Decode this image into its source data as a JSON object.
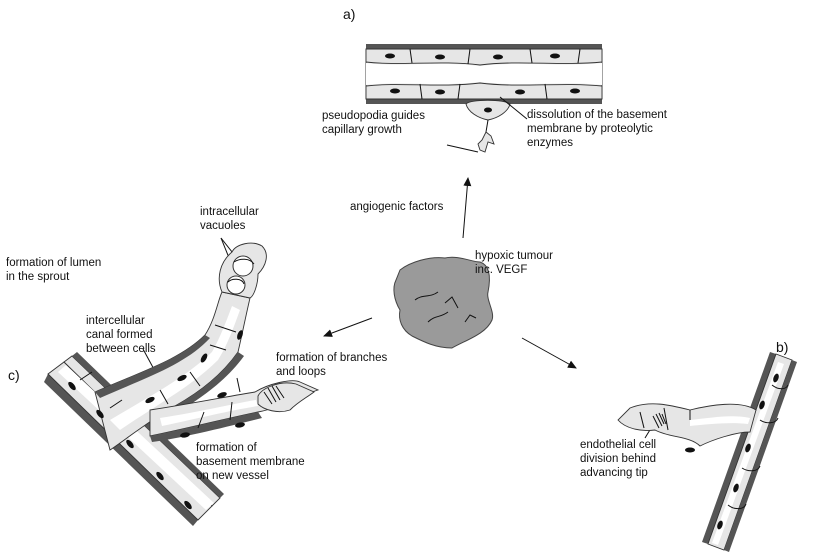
{
  "panels": {
    "a": "a)",
    "b": "b)",
    "c": "c)"
  },
  "labels": {
    "pseudopodia": [
      "pseudopodia guides",
      "capillary growth"
    ],
    "dissolution": [
      "dissolution of the basement",
      "membrane by proteolytic",
      "enzymes"
    ],
    "angiogenic": [
      "angiogenic factors"
    ],
    "tumour": [
      "hypoxic tumour",
      "inc. VEGF"
    ],
    "vacuoles": [
      "intracellular",
      "vacuoles"
    ],
    "lumen": [
      "formation of lumen",
      "in the sprout"
    ],
    "canal": [
      "intercellular",
      "canal formed",
      "between cells"
    ],
    "branches": [
      "formation of branches",
      "and loops"
    ],
    "basement": [
      "formation of",
      "basement membrane",
      "on new vessel"
    ],
    "division": [
      "endothelial cell",
      "division behind",
      "advancing tip"
    ]
  }
}
